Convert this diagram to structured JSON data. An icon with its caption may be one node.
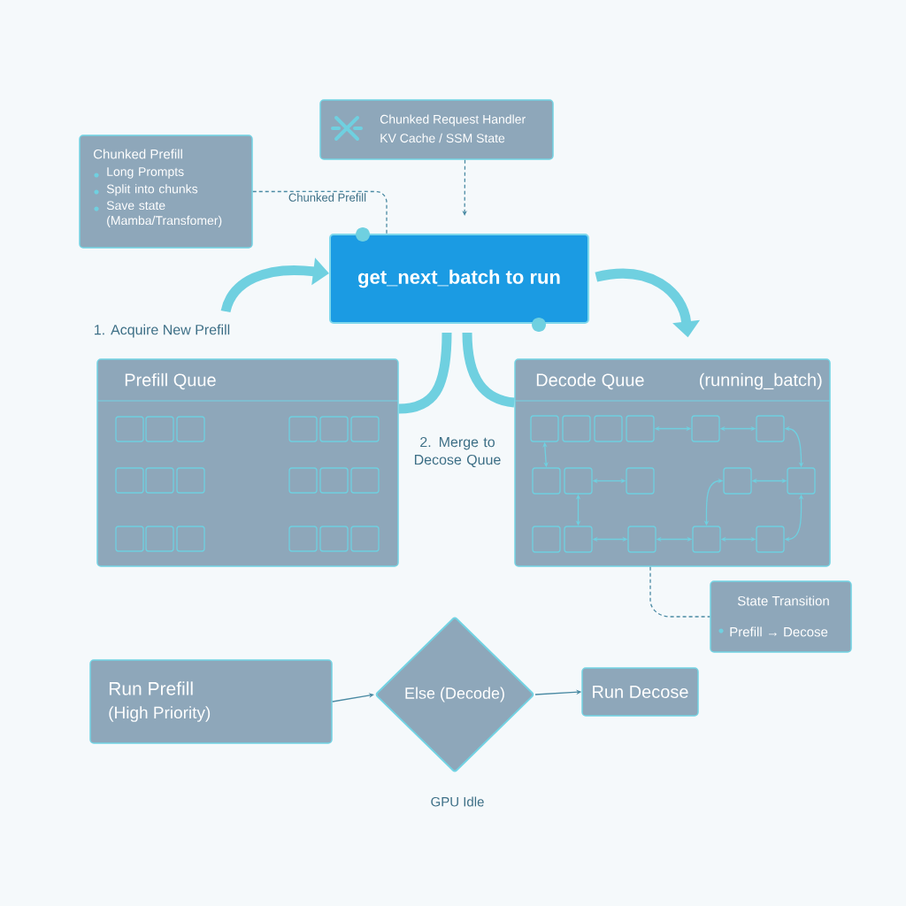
{
  "diagram": {
    "nodes": [
      {
        "text": [
          "Chunked Prefill",
          "Long Prompts",
          "Split into chunks",
          "Save state (Mamba/Transfomer)"
        ]
      },
      {
        "text": [
          "Chunked Request Handler",
          "KV Cache / SSM State"
        ]
      },
      {
        "text": [
          "get_next_batch to run"
        ]
      },
      {
        "text": [
          "Prefill Quue"
        ]
      },
      {
        "text": [],
        "shape": "box",
        "in": 3
      },
      {
        "text": [],
        "shape": "box",
        "in": 3
      },
      {
        "text": [],
        "shape": "box",
        "in": 3
      },
      {
        "text": [],
        "shape": "box",
        "in": 3
      },
      {
        "text": [],
        "shape": "box",
        "in": 3
      },
      {
        "text": [],
        "shape": "box",
        "in": 3
      },
      {
        "text": [],
        "shape": "box",
        "in": 3
      },
      {
        "text": [],
        "shape": "box",
        "in": 3
      },
      {
        "text": [],
        "shape": "box",
        "in": 3
      },
      {
        "text": [],
        "shape": "box",
        "in": 3
      },
      {
        "text": [],
        "shape": "box",
        "in": 3
      },
      {
        "text": [],
        "shape": "box",
        "in": 3
      },
      {
        "text": [],
        "shape": "box",
        "in": 3
      },
      {
        "text": [],
        "shape": "box",
        "in": 3
      },
      {
        "text": [],
        "shape": "box",
        "in": 3
      },
      {
        "text": [],
        "shape": "box",
        "in": 3
      },
      {
        "text": [],
        "shape": "box",
        "in": 3
      },
      {
        "text": [],
        "shape": "box",
        "in": 3
      },
      {
        "text": [
          "Decode Quue",
          "(running_batch)"
        ]
      },
      {
        "text": [],
        "shape": "box",
        "in": 22
      },
      {
        "text": [],
        "shape": "box",
        "in": 22
      },
      {
        "text": [],
        "shape": "box",
        "in": 22
      },
      {
        "text": [],
        "shape": "box",
        "in": 22
      },
      {
        "text": [],
        "shape": "box",
        "in": 22
      },
      {
        "text": [],
        "shape": "box",
        "in": 22
      },
      {
        "text": [],
        "shape": "box",
        "in": 22
      },
      {
        "text": [],
        "shape": "box",
        "in": 22
      },
      {
        "text": [],
        "shape": "box",
        "in": 22
      },
      {
        "text": [],
        "shape": "box",
        "in": 22
      },
      {
        "text": [],
        "shape": "box",
        "in": 22
      },
      {
        "text": [],
        "shape": "box",
        "in": 22
      },
      {
        "text": [],
        "shape": "box",
        "in": 22
      },
      {
        "text": [],
        "shape": "box",
        "in": 22
      },
      {
        "text": [],
        "shape": "box",
        "in": 22
      },
      {
        "text": [],
        "shape": "box",
        "in": 22
      },
      {
        "text": [
          "State Transition",
          "Prefill → Decose"
        ]
      },
      {
        "text": [
          "Run Prefill",
          "(High Priority)"
        ]
      },
      {
        "text": [
          "Else (Decode)"
        ],
        "beside": [
          "GPU Idle"
        ]
      },
      {
        "text": [
          "Run Decose"
        ]
      }
    ],
    "edges": [
      {
        "from": 0,
        "to": 2,
        "arrow": "none",
        "label": "Chunked Prefill",
        "style": "dashed",
        "color": "#4a8aa3"
      },
      {
        "from": 1,
        "to": 2,
        "arrow": "to",
        "style": "dashed",
        "color": "#4a8aa3"
      },
      {
        "from": null,
        "to": 2,
        "arrow": "to",
        "label": "1. Acquire New Prefill",
        "style": "thick"
      },
      {
        "from": 2,
        "to": 22,
        "arrow": "to",
        "style": "thick"
      },
      {
        "from": 2,
        "to": 3,
        "arrow": "none",
        "style": "thick"
      },
      {
        "from": 2,
        "to": 22,
        "arrow": "none",
        "label": "2. Merge to Decose Quue",
        "style": "thick"
      },
      {
        "from": 26,
        "to": 27,
        "arrow": "both"
      },
      {
        "from": 27,
        "to": 28,
        "arrow": "both"
      },
      {
        "from": 28,
        "to": 33,
        "arrow": "both"
      },
      {
        "from": 23,
        "to": 29,
        "arrow": "both"
      },
      {
        "from": 30,
        "to": 31,
        "arrow": "both"
      },
      {
        "from": 30,
        "to": 35,
        "arrow": "both"
      },
      {
        "from": 32,
        "to": 33,
        "arrow": "both"
      },
      {
        "from": 32,
        "to": 37,
        "arrow": "both"
      },
      {
        "from": 35,
        "to": 36,
        "arrow": "both"
      },
      {
        "from": 36,
        "to": 37,
        "arrow": "both"
      },
      {
        "from": 37,
        "to": 38,
        "arrow": "both"
      },
      {
        "from": 38,
        "to": 33,
        "arrow": "both"
      },
      {
        "from": 22,
        "to": 39,
        "arrow": "none",
        "style": "dashed",
        "color": "#4a8aa3"
      },
      {
        "from": 40,
        "to": 41,
        "arrow": "to",
        "color": "#4a8aa3"
      },
      {
        "from": 41,
        "to": 42,
        "arrow": "to",
        "color": "#4a8aa3"
      }
    ]
  }
}
